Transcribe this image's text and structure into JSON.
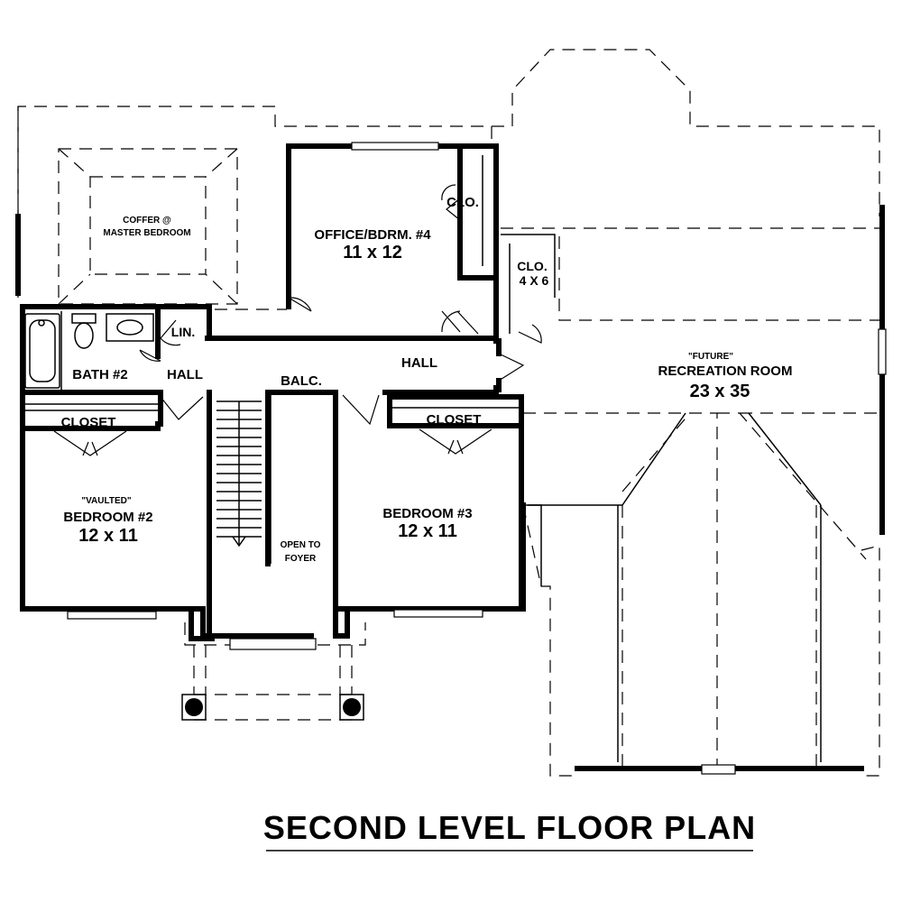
{
  "title": "SECOND LEVEL FLOOR PLAN",
  "rooms": {
    "coffer": {
      "line1": "COFFER @",
      "line2": "MASTER BEDROOM"
    },
    "office": {
      "name": "OFFICE/BDRM. #4",
      "size": "11 x 12"
    },
    "office_closet": {
      "name": "CLO."
    },
    "small_closet": {
      "name": "CLO.",
      "size": "4 X 6"
    },
    "linen": {
      "name": "LIN."
    },
    "bath2": {
      "name": "BATH #2"
    },
    "hall_left": {
      "name": "HALL"
    },
    "balcony": {
      "name": "BALC."
    },
    "hall_main": {
      "name": "HALL"
    },
    "closet_left": {
      "name": "CLOSET"
    },
    "closet_right": {
      "name": "CLOSET"
    },
    "bedroom2": {
      "note": "\"VAULTED\"",
      "name": "BEDROOM #2",
      "size": "12 x 11"
    },
    "bedroom3": {
      "name": "BEDROOM #3",
      "size": "12 x 11"
    },
    "open_foyer": {
      "line1": "OPEN TO",
      "line2": "FOYER"
    },
    "recreation": {
      "note": "\"FUTURE\"",
      "name": "RECREATION ROOM",
      "size": "23 x 35"
    }
  }
}
